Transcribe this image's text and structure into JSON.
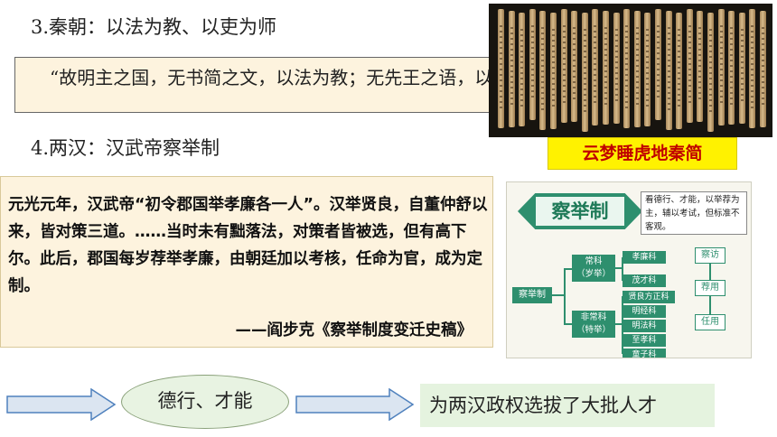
{
  "heading_qin": "3.秦朝：以法为教、以吏为师",
  "qin_quote": "“故明主之国，无书简之文，以法为教；无先王之语，以吏为师。”",
  "image_caption": "云梦睡虎地秦简",
  "heading_han": "4.两汉：汉武帝察举制",
  "source": {
    "text": "元光元年，汉武帝“初令郡国举孝廉各一人”。汉举贤良，自董仲舒以来，皆对策三道。……当时未有黜落法，对策者皆被选，但有高下尔。此后，郡国每岁荐举孝廉，由朝廷加以考核，任命为官，成为定制。",
    "attribution": "——阎步克《察举制度变迁史稿》"
  },
  "diagram": {
    "title": "察举制",
    "note": "看德行、才能，以举荐为主，辅以考试，但标准不客观。",
    "root": "察举制",
    "regular": "常科\n（岁举）",
    "regular_items": [
      "孝廉科",
      "茂才科"
    ],
    "special": "非常科\n（特举）",
    "special_items": [
      "贤良方正科",
      "明经科",
      "明法科",
      "至孝科",
      "童子科"
    ],
    "steps": [
      "察访",
      "荐用",
      "任用"
    ]
  },
  "flow": {
    "criteria": "德行、才能",
    "result": "为两汉政权选拔了大批人才"
  },
  "colors": {
    "beige": "#fdf3de",
    "caption_bg": "#fff200",
    "caption_text": "#c00000",
    "diagram_green": "#2e8f6e",
    "arrow_fill": "#dbe5f1",
    "arrow_stroke": "#4f81bd",
    "result_bg": "#e5f3df"
  }
}
